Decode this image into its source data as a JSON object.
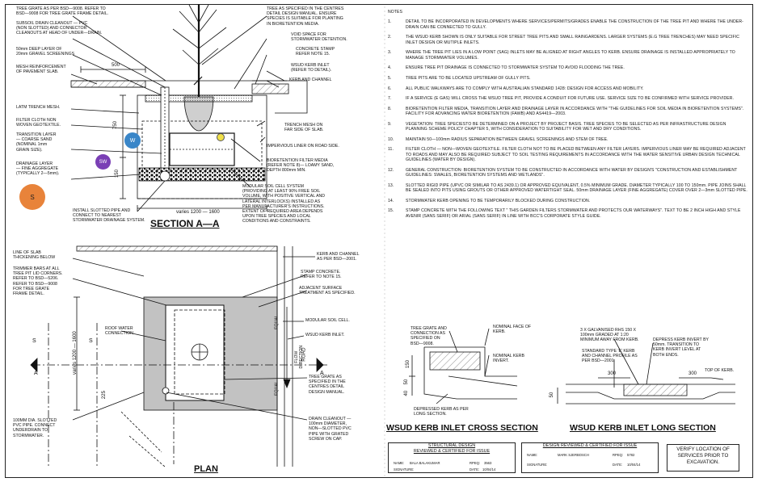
{
  "section_title": "SECTION A—A",
  "plan_title": "PLAN",
  "notes_title": "NOTES",
  "notes": [
    {
      "num": "1.",
      "text": "DETAIL TO BE INCORPORATED IN DEVELOPMENTS WHERE SERVICES/PERMITS/GRADES ENABLE THE CONSTRUCTION OF THE TREE PIT AND WHERE THE UNDER-DRAIN CAN BE CONNECTED TO GULLY."
    },
    {
      "num": "2.",
      "text": "THE WSUD KERB SHOWN IS ONLY SUITABLE FOR STREET TREE PITS AND SMALL RAINGARDENS. LARGER SYSTEMS (E.G TREE TRENCHES) MAY NEED SPECIFIC INLET DESIGN OR MUTIPLE INLETS."
    },
    {
      "num": "3.",
      "text": "WHERE THE TREE PIT LIES IN A LOW POINT (SAG) INLETS MAY BE ALIGNED AT RIGHT ANGLES TO KERB. ENSURE DRAINAGE IS INSTALLED APPROPRIATELY TO MANAGE STORMWATER VOLUMES."
    },
    {
      "num": "4.",
      "text": "ENSURE TREE PIT DRAINAGE IS CONNECTED TO STORMWATER SYSTEM TO AVOID FLOODING THE TREE."
    },
    {
      "num": "5.",
      "text": "TREE PITS ARE TO BE LOCATED UPSTREAM OF GULLY PITS."
    },
    {
      "num": "6.",
      "text": "ALL PUBLIC WALKWAYS ARE TO COMPLY WITH AUSTRALIAN STANDARD 1428: DESIGN FOR ACCESS AND MOBILITY."
    },
    {
      "num": "7.",
      "text": "IF A SERVICE (E GAS) WILL CROSS THE WSUD TREE PIT, PROVIDE A CONDUIT FOR FUTURE USE. SERVICE SIZE TO BE CONFIRMED WITH SERVICE PROVIDER."
    },
    {
      "num": "8.",
      "text": "BIORETENTION FILTER MEDIA, TRANSITION LAYER AND DRAINAGE LAYER IN ACCORDANCE WITH \"THE GUIDELINES FOR SOIL MEDIA IN BIORETENTION SYSTEMS\". FACILITY FOR ADVANCING WATER BIORETENTION (FAWB) AND AS4419—2003."
    },
    {
      "num": "9.",
      "text": "VEGETATION: TREE SPECIESTO BE DETERMINED ON A PROJECT BY PROJECT BASIS. TREE SPECIES TO BE SELECTED AS PER INFRASTRUCTURE DESIGN PLANNING SCHEME POLICY CHAPTER 5, WITH CONSIDERATION TO SUITABILITY FOR WET AND DRY CONDITIONS."
    },
    {
      "num": "10.",
      "text": "MAINTAIN 50—100mm RADIUS SEPARATION BETWEEN GRAVEL SCREENINGS AND STEM OF TREE."
    },
    {
      "num": "11.",
      "text": "FILTER CLOTH — NON—WOVEN GEOTEXTILE. FILTER CLOTH NOT TO BE PLACED BETWEEN ANY FILTER LAYERS. IMPERVIOUS LINER MAY BE REQUIRED ADJACENT TO ROADS AND MAY ALSO BE REQUIRED SUBJECT TO SOIL TESTING REQUIREMENTS IN ACCORDANCE WITH THE WATER SENSITIVE URBAN DESIGN TECHNICAL GUIDELINES (WATER BY DESIGN)."
    },
    {
      "num": "12.",
      "text": "GENERAL CONSTRUCTION: BIORETENTION SYSTEM TO BE CONSTRUCTED IN ACCORDANCE WITH WATER BY DESIGN'S \"CONSTRUCTION AND ESTABLISHMENT GUIDELINES: SWALES, BIORETENTION SYSTEMS AND WETLANDS\"."
    },
    {
      "num": "13.",
      "text": "SLOTTED RIGID PIPE (UPVC OR SIMILAR TO AS 2439.1) OR APPROVED EQUIVALENT, 0.5% MINIMUM GRADE. DIAMETER TYPICALLY 100 TO 150mm. PIPE JOINS SHALL BE SEALED INTO PITS USING GROUTS OR OTHER APPROVED WATERTIGHT SEAL. 50mm DRAINAGE LAYER (FINE AGGREGATE) COVER OVER 2—3mm SLOTTED PIPE."
    },
    {
      "num": "14.",
      "text": "STORMWATER KERB OPENING TO BE TEMPORARILY BLOCKED DURING CONSTRUCTION."
    },
    {
      "num": "15.",
      "text": "STAMP CONCRETE WITH THE FOLLOWING TEXT \" THIS GARDEN FILTERS STORMWATER AND PROTECTS OUR WATERWAYS\". TEXT TO BE 2 INCH HIGH AND STYLE AVENIR (SANS SERIF) OR ARIAL (SANS SERIF) IN LINE WITH BCC'S CORPORATE STYLE GUIDE."
    }
  ],
  "section_labels": {
    "tree_grate": "TREE GRATE AS PER BSD—9008. REFER TO\nBSD—9008 FOR TREE GRATE FRAME DETAIL.",
    "subsoil_drain": "SUBSOIL DRAIN CLEANOUT — PVC\n(NON SLOTTED) AND CONNECTOR\nCLEANOUTS AT HEAD OF UNDER—DRAIN.",
    "gravel": "50mm DEEP LAYER OF\n20mm GRAVEL SCREENINGS",
    "mesh_reinf": "MESH REINFORCEMENT\nOF PAVEMENT SLAB.",
    "latm_mesh": "LATM TRENCH MESH.",
    "filter_cloth": "FILTER CLOTH NON\nWOVEN GEOTEXTILE.",
    "transition": "TRANSITION LAYER\n— COARSE SAND\n(NOMINAL 1mm\nGRAIN SIZE).",
    "drainage": "DRAINAGE LAYER\n— FINE AGGREGATE\n(TYPICALLY 2—5mm).",
    "install_pipe": "INSTALL SLOTTED PIPE AND\nCONNECT TO NEAREST\nSTORMWATER DRAINAGE SYSTEM.",
    "tree_species": "TREE AS SPECIFIED IN THE CENTRES\nDETAIL DESIGN MANUAL. ENSURE\nSPECIES IS SUITABLE FOR PLANTING\nIN BIORETENTION MEDIA.",
    "void_space": "VOID SPACE FOR\nSTORMWATER DETENTION.",
    "concrete_stamp": "CONCRETE STAMP\nREFER NOTE 15.",
    "wsud_inlet": "WSUD KERB INLET\n(REFER TO DETAIL).",
    "kerb_channel": "KERB AND CHANNEL",
    "trench_mesh": "TRENCH MESH ON\nFAR SIDE OF SLAB.",
    "impervious": "IMPERVIOUS LINER ON ROAD SIDE.",
    "bio_media": "BIORETENTION FILTER MEDIA\n(REFER NOTE 8)— LOAMY SAND,\nDEPTH 800mm MIN.",
    "modular": "MODULAR SOIL CELL SYSTEM\n(PROVIDING AT LEAST 90% FREE SOIL\nVOLUME, WITH POSITIVE VERTICAL AND\nLATERAL INTERLOCKS) INSTALLED AS\nPER MANUFACTURER'S INSTRUCTIONS.\nEXTENT OF REQUIRED AREA DEPENDS\nUPON TREE SPECIES AND LOCAL\nCONDITIONS AND CONSTRAINTS.",
    "dim_500": "500",
    "dim_750": "750",
    "dim_150": "150",
    "dim_varies": "varies 1200 — 1600"
  },
  "plan_labels": {
    "line_of_slab": "LINE OF SLAB\nTHICKENING BELOW",
    "trimmer_bars": "TRIMMER BARS AT ALL\nTREE PIT LID CORNERS.\nREFER TO BSD—5206.\nREFER TO BSD—9008\nFOR TREE GRATE\nFRAME DETAIL.",
    "roof_water": "ROOF WATER\nCONNECTION",
    "slotted_pipe": "100MM DIA. SLOTTED\nPVC PIPE. CONNECT\nUNDERDRAIN TO\nSTORMWATER.",
    "kerb_channel_plan": "KERB AND CHANNEL\nAS PER BSD—2001.",
    "stamp_plan": "STAMP CONCRETE.\nREFER TO NOTE 15.",
    "adjacent": "ADJACENT SURFACE\nTREATMENT AS SPECIFIED.",
    "modular_plan": "MODULAR SOIL CELL.",
    "wsud_plan": "WSUD KERB INLET.",
    "tree_grate_plan": "TREE GRATE AS\nSPECIFIED IN THE\nCENTRES DETAIL\nDESIGN MANUAL.",
    "drain_cleanout": "DRAIN CLEANOUT —\n100mm DIAMETER,\nNON—SLOTTED PVC\nPIPE WITH GRATED\nSCREW ON CAP.",
    "equal": "EQUAL",
    "flow_direction": "FLOW\nDIRECTION",
    "road": "ROAD",
    "dim_varies_v": "varies 1200 — 1600",
    "dim_225": "225",
    "dim_s": "S",
    "dim_a": "A"
  },
  "markers": {
    "w": "W",
    "sw": "SW",
    "s": "S"
  },
  "cross_section": {
    "title": "WSUD KERB INLET CROSS SECTION",
    "tree_grate": "TREE GRATE AND\nCONNECTION AS\nSPECIFIED ON\nBSD—9008.",
    "nominal_face": "NOMINAL FACE OF\nKERB.",
    "nominal_invert": "NOMINAL KERB\nINVERT.",
    "depressed": "DEPRESSED KERB AS PER\nLONG SECTION.",
    "d150": "150",
    "d50": "50",
    "d40": "40"
  },
  "long_section": {
    "title": "WSUD KERB INLET LONG SECTION",
    "galv": "3 X GALVANISED RHS 150 X\n100mm GRADED AT 1:20\nMINIMUM AWAY FROM KERB.",
    "standard_kerb": "STANDARD TYPE 'E' KERB\nAND CHANNEL PROFILE AS\nPER BSD—2001.",
    "depress": "DEPRESS KERB INVERT BY\n50mm. TRANSITION TO\nKERB INVERT LEVEL AT\nBOTH ENDS.",
    "top_kerb": "TOP OF KERB.",
    "d300a": "300",
    "d300b": "300",
    "d50": "50"
  },
  "title_blocks": {
    "structural": "STRUCTURAL DESIGN\nREVIEWED & CERTIFIED FOR ISSUE",
    "structural_name": "NAME:",
    "structural_name_val": "BALA BALAKUMAR",
    "structural_rpeq": "RPEQ:",
    "structural_rpeq_val": "3563",
    "structural_sig": "SIGNATURE:",
    "structural_date": "DATE:",
    "structural_date_val": "10/04/14",
    "design": "DESIGN REVIEWED & CERTIFIED FOR ISSUE",
    "design_name": "NAME:",
    "design_name_val": "MARK SJERBOSCH",
    "design_rpeq": "RPEQ:",
    "design_rpeq_val": "5782",
    "design_sig": "SIGNATURE:",
    "design_date": "DATE:",
    "design_date_val": "10/04/14",
    "verify": "VERIFY LOCATION OF\nSERVICES PRIOR TO\nEXCAVATION."
  },
  "colors": {
    "marker_w": "#3a86c8",
    "marker_sw": "#7a3fb5",
    "marker_s": "#e8833a",
    "shade": "#bdbdbd"
  }
}
